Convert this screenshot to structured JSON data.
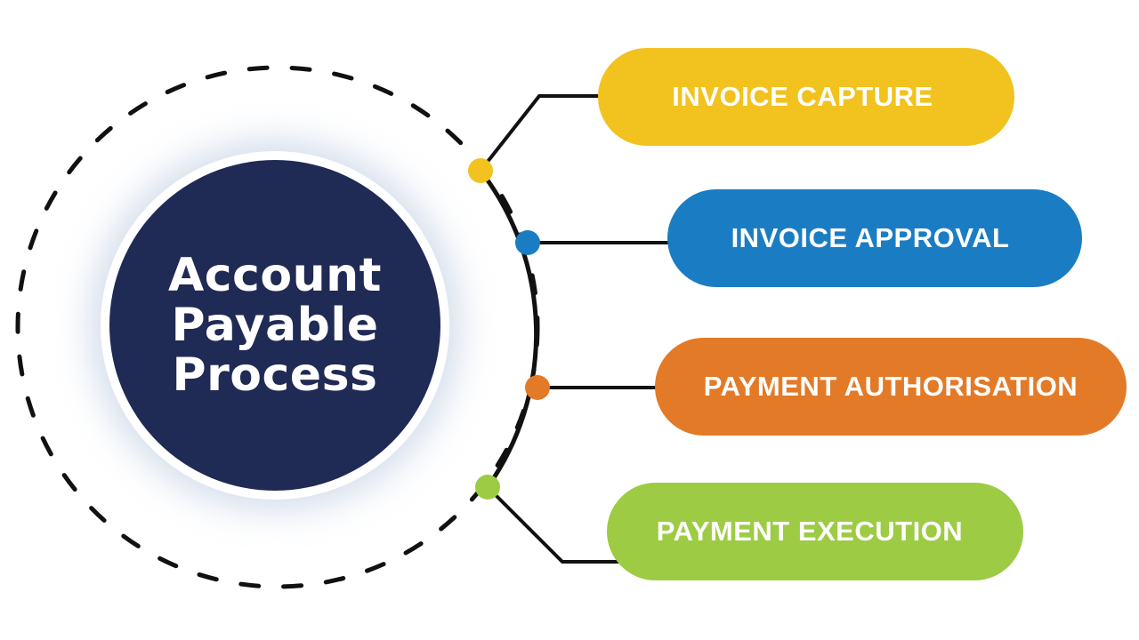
{
  "title": {
    "lines": [
      "Account",
      "Payable",
      "Process"
    ],
    "background": "#1f2a55",
    "text_color": "#ffffff"
  },
  "steps": [
    {
      "label": "INVOICE CAPTURE",
      "color": "#f2c21f"
    },
    {
      "label": "INVOICE APPROVAL",
      "color": "#1a7dc4"
    },
    {
      "label": "PAYMENT AUTHORISATION",
      "color": "#e37a27"
    },
    {
      "label": "PAYMENT EXECUTION",
      "color": "#9dcb44"
    }
  ]
}
